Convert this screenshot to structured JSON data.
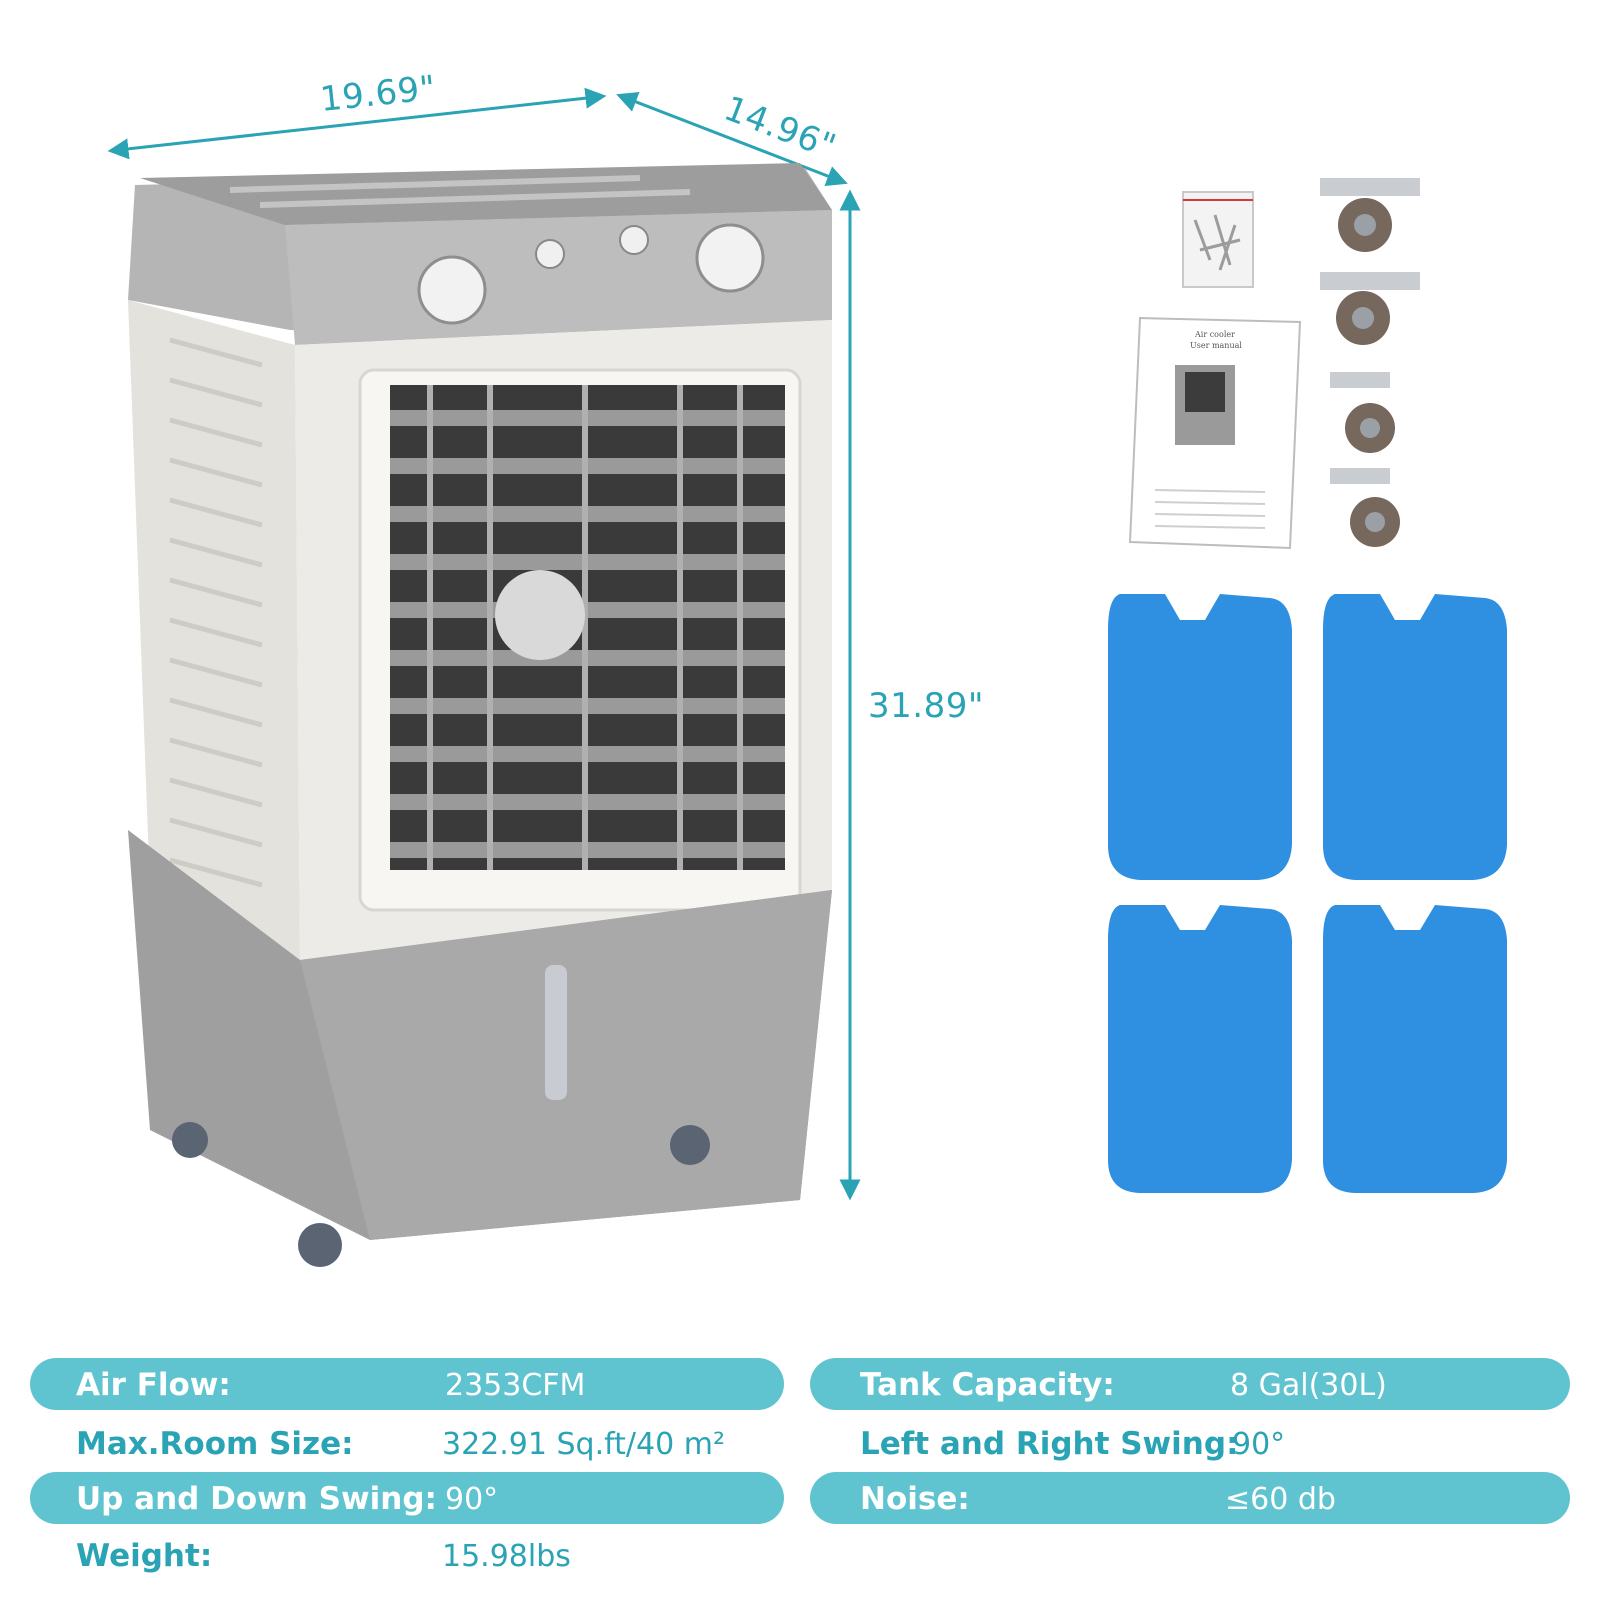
{
  "colors": {
    "accent": "#2aa3b4",
    "pill": "#5fc4cf",
    "cooler_body": "#e8e6e1",
    "cooler_gray": "#a4a4a4",
    "ice_pack": "#2f8fe0"
  },
  "dimensions": {
    "width": "19.69\"",
    "depth": "14.96\"",
    "height": "31.89\""
  },
  "manual": {
    "title_line1": "Air cooler",
    "title_line2": "User manual"
  },
  "specs": {
    "air_flow": {
      "label": "Air Flow:",
      "value": "2353CFM"
    },
    "max_room_size": {
      "label": "Max.Room Size:",
      "value": "322.91 Sq.ft/40 m²"
    },
    "up_down_swing": {
      "label": "Up and Down Swing:",
      "value": "90°"
    },
    "weight": {
      "label": "Weight:",
      "value": "15.98lbs"
    },
    "tank_capacity": {
      "label": "Tank Capacity:",
      "value": "8 Gal(30L)"
    },
    "left_right_swing": {
      "label": "Left and Right Swing:",
      "value": "90°"
    },
    "noise": {
      "label": "Noise:",
      "value": "≤60 db"
    }
  }
}
